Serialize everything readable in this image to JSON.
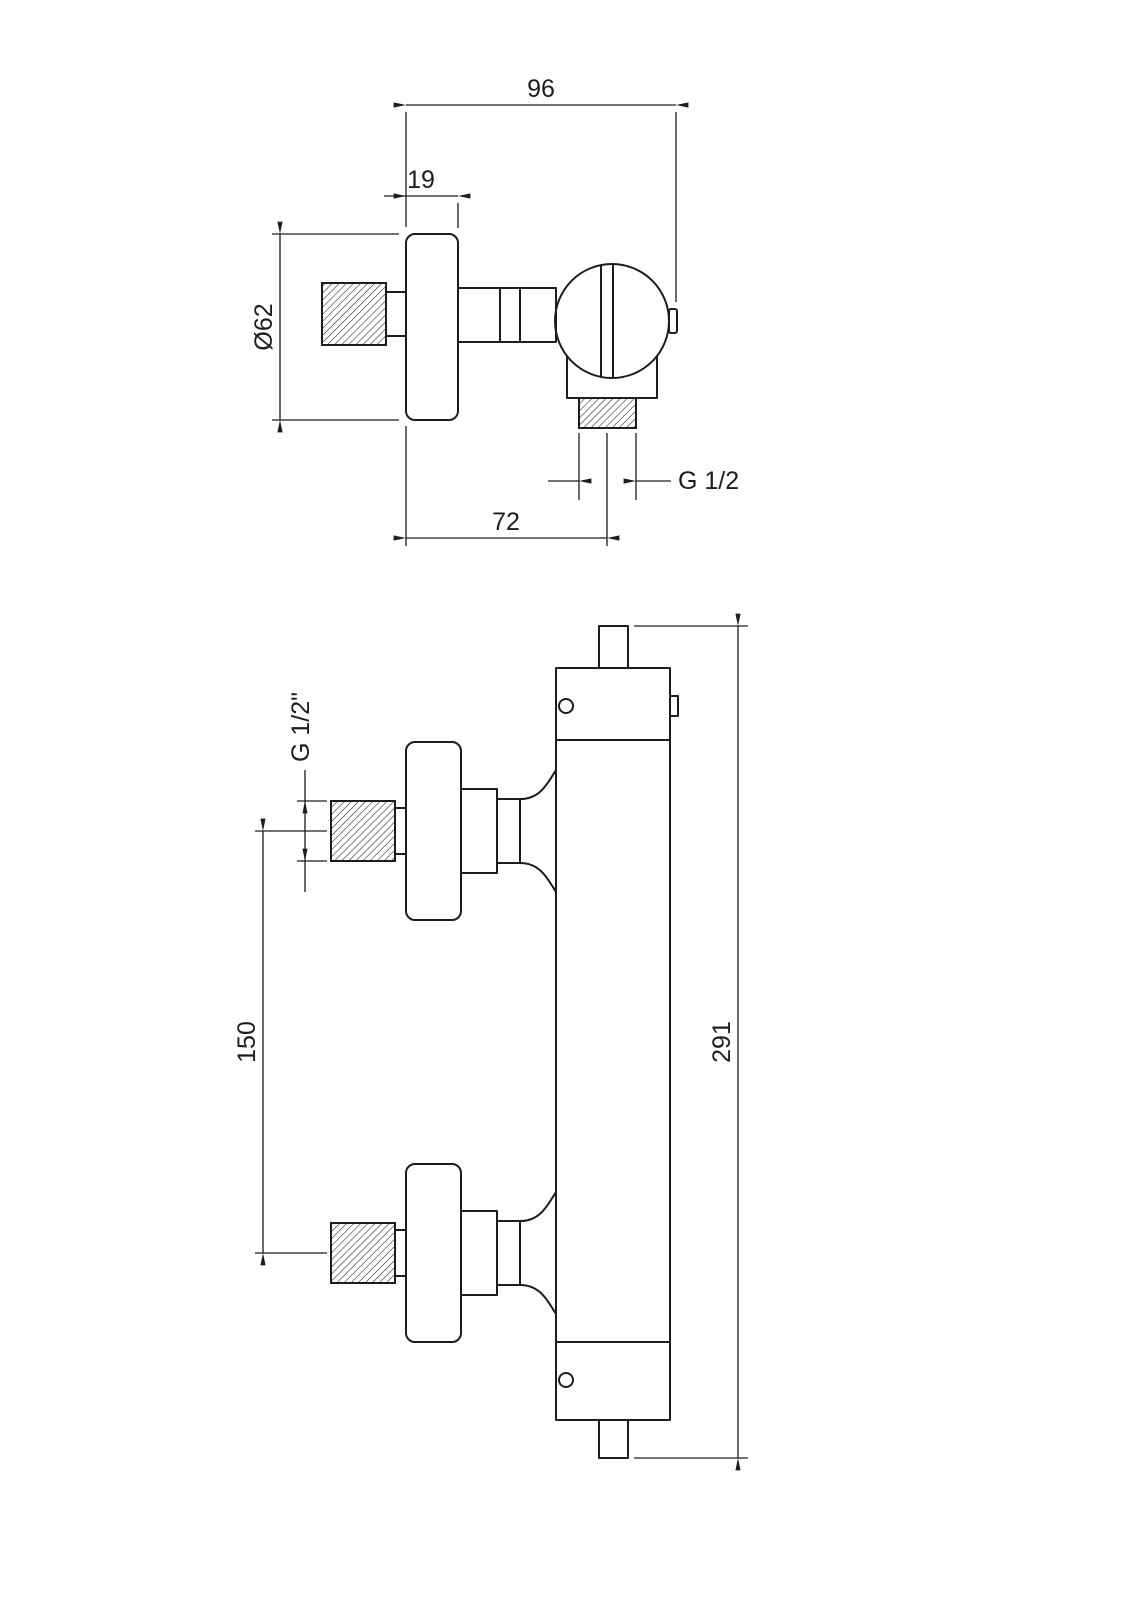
{
  "colors": {
    "background": "#ffffff",
    "line": "#1d1d1b"
  },
  "drawing": {
    "top_view": {
      "dims": {
        "overall_width": "96",
        "plate_depth": "19",
        "escutcheon_diameter": "Ø62",
        "outlet_thread": "G 1/2",
        "outlet_offset": "72"
      }
    },
    "front_view": {
      "dims": {
        "inlet_thread": "G 1/2\"",
        "inlet_spacing": "150",
        "overall_height": "291"
      }
    }
  }
}
